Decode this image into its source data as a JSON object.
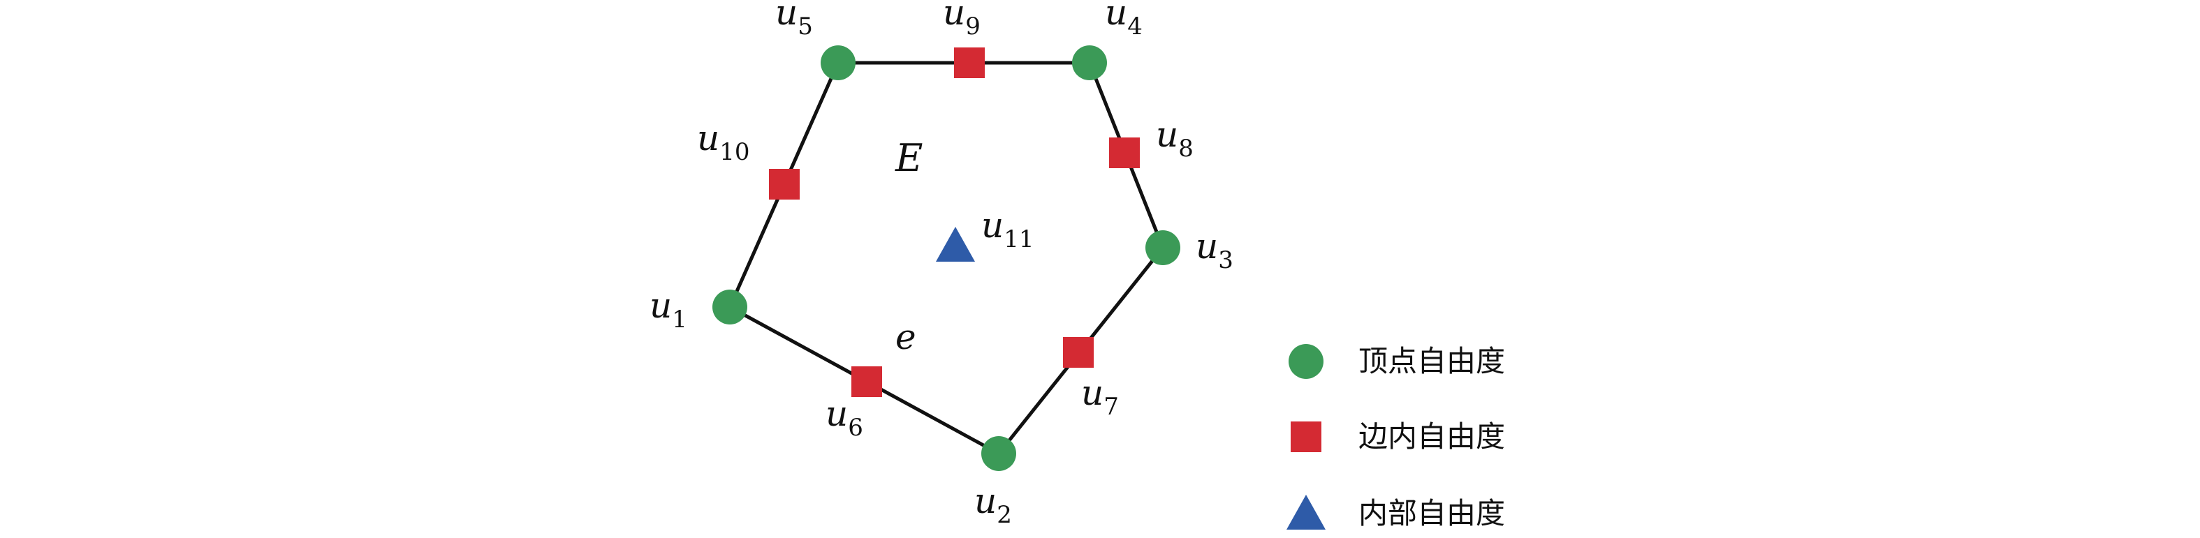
{
  "colors": {
    "vertex": "#3b9a57",
    "edge_dof": "#d42a33",
    "interior": "#2e5ba8",
    "line": "#111111"
  },
  "labels": {
    "u1": {
      "base": "u",
      "sub": "1"
    },
    "u2": {
      "base": "u",
      "sub": "2"
    },
    "u3": {
      "base": "u",
      "sub": "3"
    },
    "u4": {
      "base": "u",
      "sub": "4"
    },
    "u5": {
      "base": "u",
      "sub": "5"
    },
    "u6": {
      "base": "u",
      "sub": "6"
    },
    "u7": {
      "base": "u",
      "sub": "7"
    },
    "u8": {
      "base": "u",
      "sub": "8"
    },
    "u9": {
      "base": "u",
      "sub": "9"
    },
    "u10": {
      "base": "u",
      "sub": "10"
    },
    "u11": {
      "base": "u",
      "sub": "11"
    },
    "E": "E",
    "e": "e"
  },
  "legend": {
    "vertex": "顶点自由度",
    "edge": "边内自由度",
    "interior": "内部自由度"
  }
}
